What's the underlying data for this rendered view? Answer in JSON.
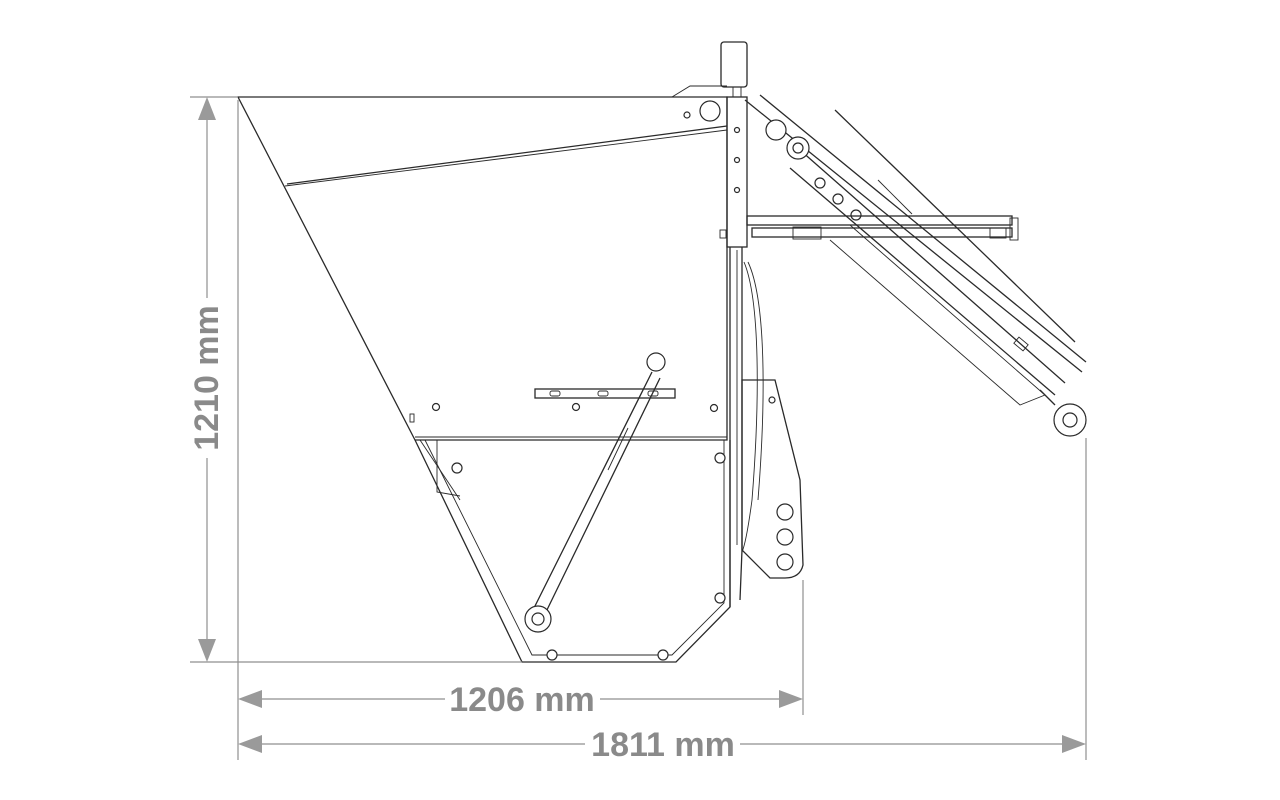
{
  "dimensions": {
    "height": "1210 mm",
    "depth": "1206 mm",
    "total_length": "1811 mm"
  },
  "colors": {
    "outline": "#2a2a2a",
    "dimension": "#8f8f8f",
    "background": "#ffffff"
  }
}
